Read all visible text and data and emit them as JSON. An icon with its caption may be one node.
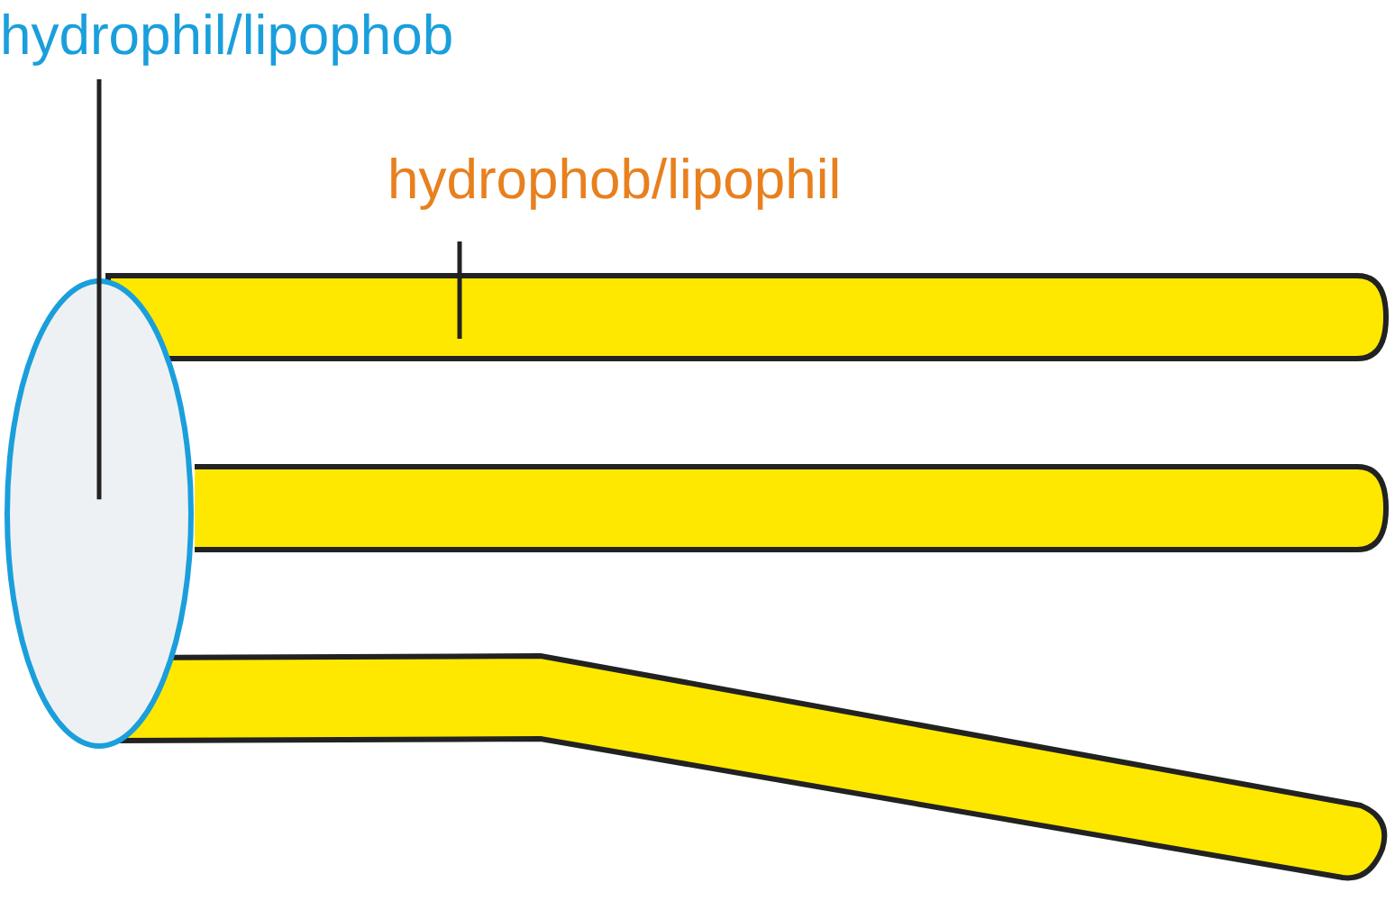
{
  "diagram": {
    "nodes": [
      {
        "text": [
          "hydrophil/lipophob"
        ]
      },
      {
        "text": [],
        "shape": "ellipse"
      },
      {
        "text": [
          "hydrophob/lipophil"
        ]
      },
      {
        "text": [],
        "shape": "bar"
      },
      {
        "text": [],
        "shape": "bar"
      },
      {
        "text": [],
        "shape": "bar"
      }
    ],
    "edges": [
      {
        "from": 0,
        "to": 1,
        "arrow": "none"
      },
      {
        "from": 2,
        "to": 3,
        "arrow": "none"
      }
    ]
  }
}
